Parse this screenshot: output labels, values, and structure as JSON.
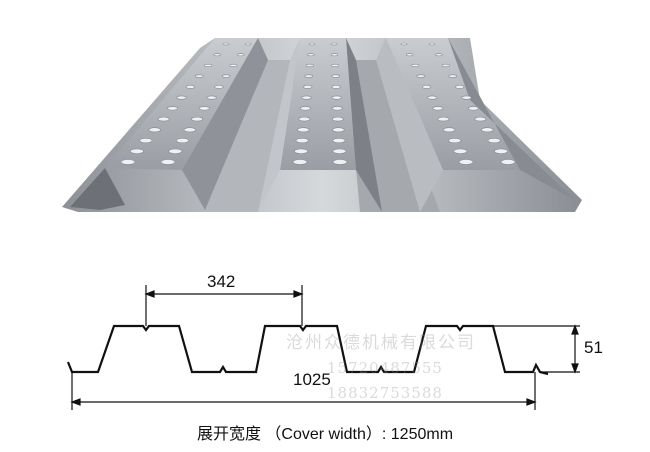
{
  "dimensions": {
    "rib_pitch": "342",
    "cover_length": "1025",
    "rib_height": "51"
  },
  "caption": "展开宽度 （Cover width）: 1250mm",
  "watermark": {
    "company": "沧州众德机械有限公司",
    "phone1": "15720487555",
    "phone2": "18832753588"
  },
  "colors": {
    "steel_light": "#d4d7da",
    "steel_mid": "#a9adb2",
    "steel_dark": "#70757b",
    "line": "#111111"
  }
}
